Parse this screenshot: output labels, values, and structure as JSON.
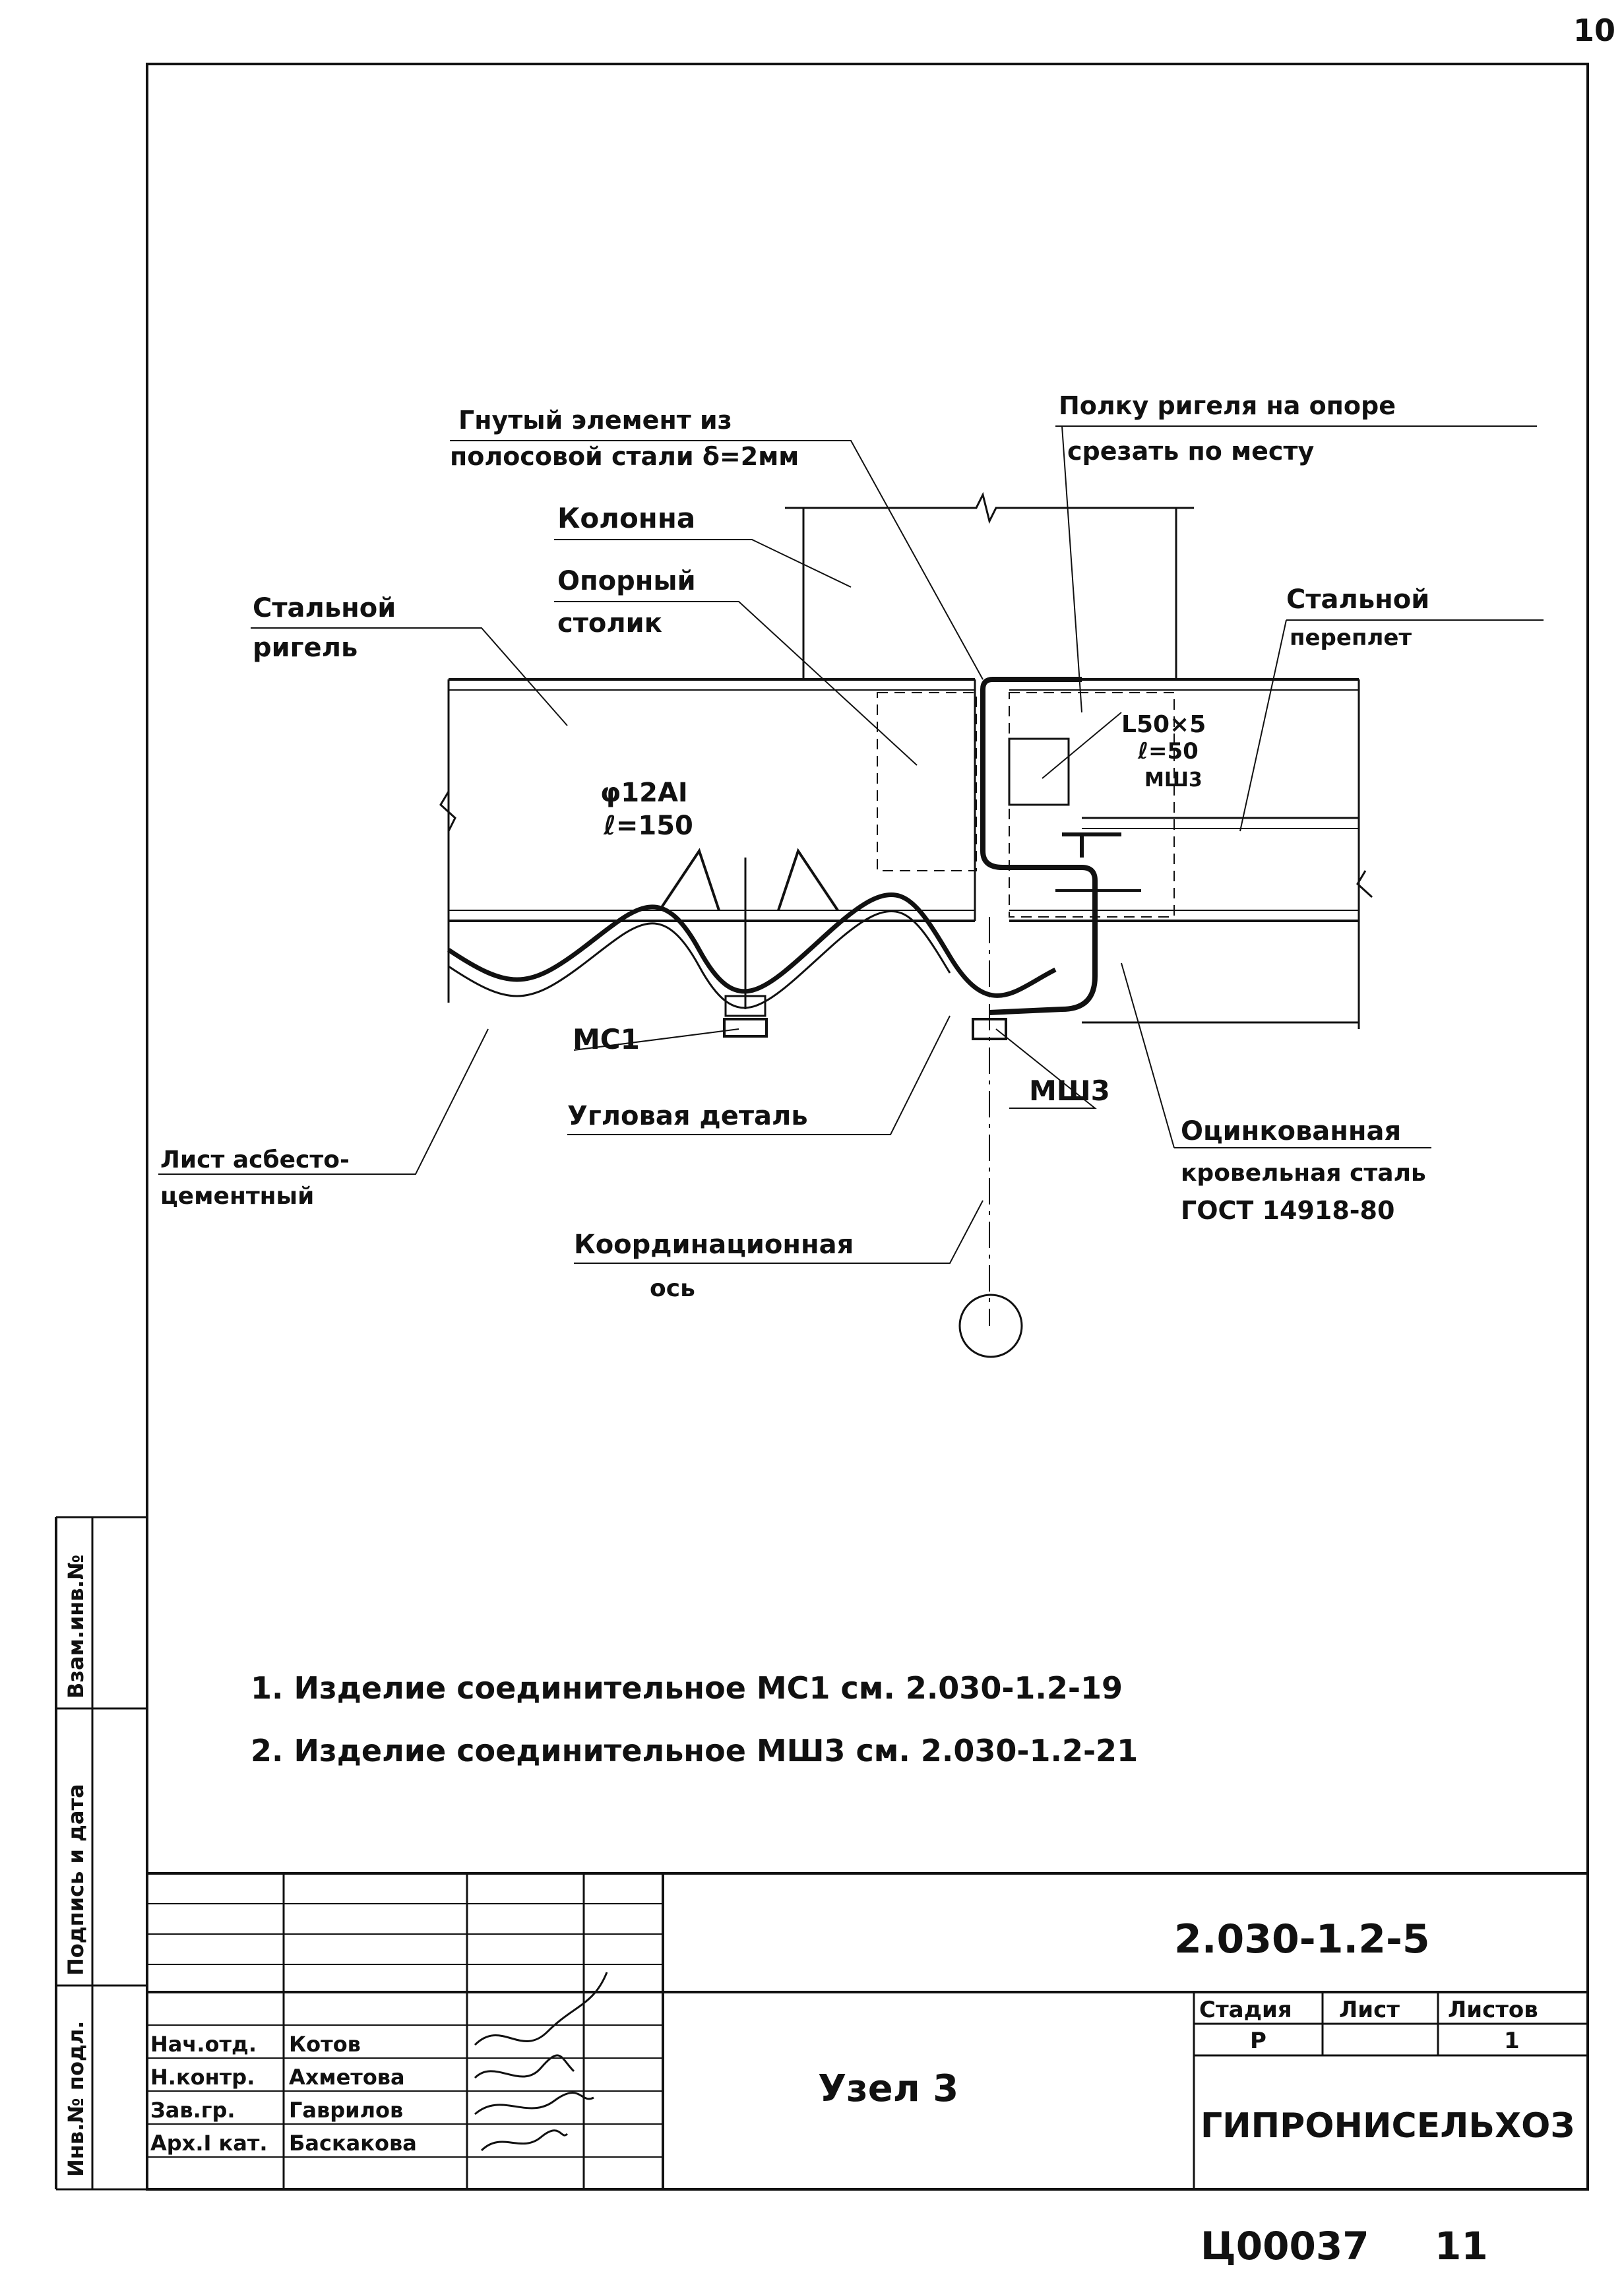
{
  "page_number_top": "10",
  "labels": {
    "bent_element_line1": "Гнутый элемент из",
    "bent_element_line2": "полосовой стали δ=2мм",
    "flange_line1": "Полку ригеля на опоре",
    "flange_line2": "срезать по месту",
    "column": "Колонна",
    "support_table_line1": "Опорный",
    "support_table_line2": "столик",
    "steel_beam_line1": "Стальной",
    "steel_beam_line2": "ригель",
    "steel_frame_line1": "Стальной",
    "steel_frame_line2": "переплет",
    "angle_line1": "L50×5",
    "angle_line2": "ℓ=50",
    "angle_line3": "МШ3",
    "rebar_line1": "φ12AI",
    "rebar_line2": "ℓ=150",
    "mc1": "МС1",
    "corner_detail": "Угловая деталь",
    "msh3": "МШ3",
    "asbestos_line1": "Лист асбесто-",
    "asbestos_line2": "цементный",
    "galvanized_line1": "Оцинкованная",
    "galvanized_line2": "кровельная сталь",
    "galvanized_line3": "ГОСТ 14918-80",
    "coord_axis_line1": "Координационная",
    "coord_axis_line2": "ось"
  },
  "notes": [
    "1. Изделие соединительное МС1 см. 2.030-1.2-19",
    "2. Изделие соединительное МШ3 см. 2.030-1.2-21"
  ],
  "side_stamp": {
    "inv_podl": "Инв.№ подл.",
    "podpis_data": "Подпись и дата",
    "vzam_inv": "Взам.инв.№"
  },
  "title_block": {
    "doc_code": "2.030-1.2-5",
    "title": "Узел 3",
    "stage_header": "Стадия",
    "sheet_header": "Лист",
    "sheets_header": "Листов",
    "stage_value": "Р",
    "sheet_value": "",
    "sheets_value": "1",
    "organization": "ГИПРОНИСЕЛЬХОЗ",
    "staff": [
      {
        "role": "Нач.отд.",
        "name": "Котов"
      },
      {
        "role": "Н.контр.",
        "name": "Ахметова"
      },
      {
        "role": "Зав.гр.",
        "name": "Гаврилов"
      },
      {
        "role": "Арх.I кат.",
        "name": "Баскакова"
      }
    ]
  },
  "bottom_code": "Ц00037",
  "bottom_page": "11"
}
